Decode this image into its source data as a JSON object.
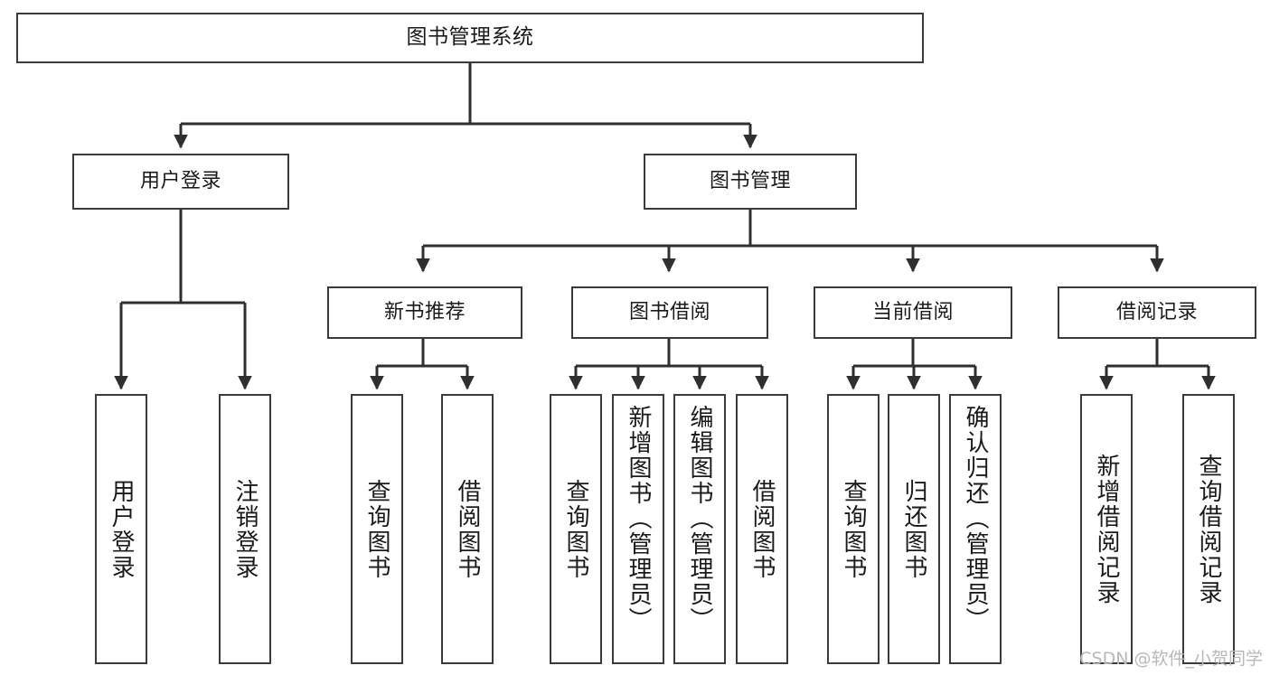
{
  "diagram": {
    "title": "图书管理系统",
    "type": "tree",
    "watermark": "CSDN @软件_小贺同学",
    "colors": {
      "box_border": "#3b3b3b",
      "box_fill": "#ffffff",
      "connector": "#2f2f2f",
      "text": "#1a1a1a",
      "watermark": "#b8b8b8",
      "background": "#ffffff"
    },
    "nodes": {
      "root": {
        "label": "图书管理系统"
      },
      "level1": [
        {
          "id": "user-login",
          "label": "用户登录"
        },
        {
          "id": "book-manage",
          "label": "图书管理"
        }
      ],
      "level2": [
        {
          "id": "new-book-recommend",
          "label": "新书推荐"
        },
        {
          "id": "book-borrow",
          "label": "图书借阅"
        },
        {
          "id": "current-borrow",
          "label": "当前借阅"
        },
        {
          "id": "borrow-record",
          "label": "借阅记录"
        }
      ],
      "leaves": {
        "user_login": [
          {
            "id": "leaf-user-login",
            "label": "用户登录"
          },
          {
            "id": "leaf-logout-login",
            "label": "注销登录"
          }
        ],
        "new_book_recommend": [
          {
            "id": "leaf-query-book-1",
            "label": "查询图书"
          },
          {
            "id": "leaf-borrow-book-1",
            "label": "借阅图书"
          }
        ],
        "book_borrow": [
          {
            "id": "leaf-query-book-2",
            "label": "查询图书"
          },
          {
            "id": "leaf-add-book",
            "label": "新增图书（管理员）"
          },
          {
            "id": "leaf-edit-book",
            "label": "编辑图书（管理员）"
          },
          {
            "id": "leaf-borrow-book-2",
            "label": "借阅图书"
          }
        ],
        "current_borrow": [
          {
            "id": "leaf-query-book-3",
            "label": "查询图书"
          },
          {
            "id": "leaf-return-book",
            "label": "归还图书"
          },
          {
            "id": "leaf-confirm-return",
            "label": "确认归还（管理员）"
          }
        ],
        "borrow_record": [
          {
            "id": "leaf-add-record",
            "label": "新增借阅记录"
          },
          {
            "id": "leaf-query-record",
            "label": "查询借阅记录"
          }
        ]
      }
    }
  }
}
